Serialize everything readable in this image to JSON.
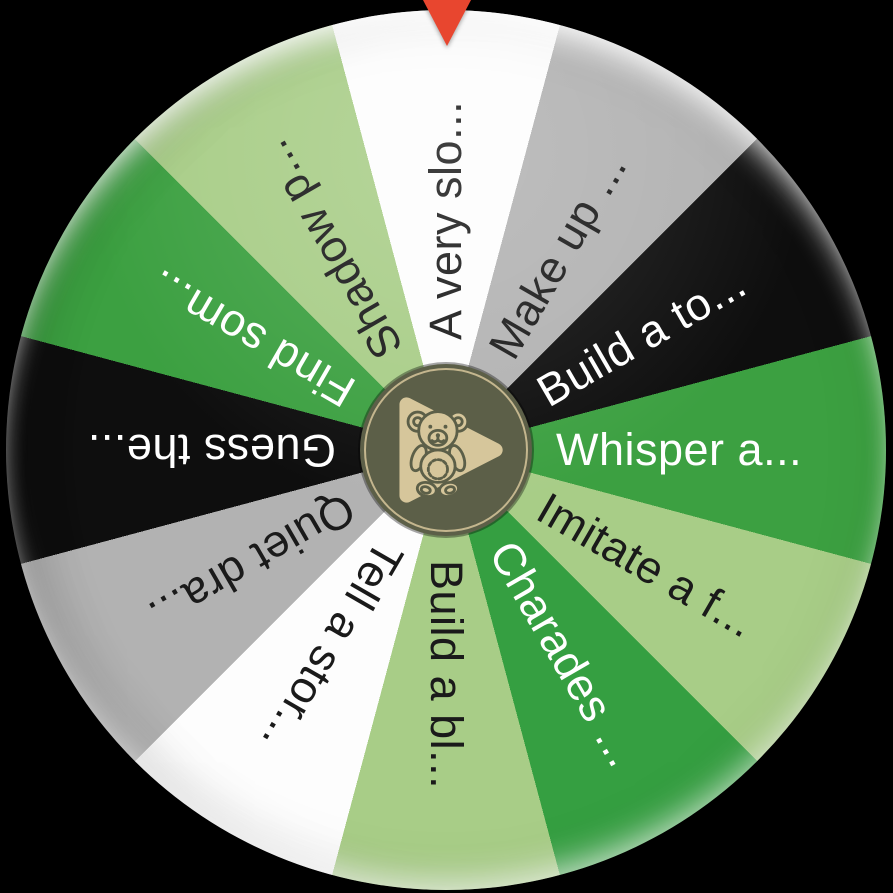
{
  "app": {
    "background_color": "#000000"
  },
  "pointer": {
    "icon": "pointer-down-triangle-icon",
    "color": "#e8462f"
  },
  "wheel": {
    "start_angle_deg": -15,
    "segment_angle_deg": 30,
    "segments": [
      {
        "label": "A very slo...",
        "color": "#fdfdfd",
        "text_color": "#1a1a1a"
      },
      {
        "label": "Make up ...",
        "color": "#b2b2b2",
        "text_color": "#1a1a1a"
      },
      {
        "label": "Build a to...",
        "color": "#0e0e0e",
        "text_color": "#ffffff"
      },
      {
        "label": "Whisper a...",
        "color": "#3ca041",
        "text_color": "#ffffff"
      },
      {
        "label": "Imitate a f...",
        "color": "#a8cd87",
        "text_color": "#1a1a1a"
      },
      {
        "label": "Charades ...",
        "color": "#359f41",
        "text_color": "#ffffff"
      },
      {
        "label": "Build a bl...",
        "color": "#a8cd87",
        "text_color": "#1a1a1a"
      },
      {
        "label": "Tell a stor...",
        "color": "#fdfdfd",
        "text_color": "#1a1a1a"
      },
      {
        "label": "Quiet dra...",
        "color": "#b2b2b2",
        "text_color": "#1a1a1a"
      },
      {
        "label": "Guess the...",
        "color": "#0e0e0e",
        "text_color": "#ffffff"
      },
      {
        "label": "Find som...",
        "color": "#3ca041",
        "text_color": "#ffffff"
      },
      {
        "label": "Shadow p...",
        "color": "#a8cd87",
        "text_color": "#1a1a1a"
      }
    ]
  },
  "center_badge": {
    "background_color": "#5c5f48",
    "ring_color": "#d6c69b",
    "play_icon_color": "#d6c69b",
    "bear_icon_stroke": "#5c5f48",
    "bear_icon_fill": "#d6c69b",
    "icons": [
      "play-icon",
      "teddy-bear-icon"
    ]
  }
}
